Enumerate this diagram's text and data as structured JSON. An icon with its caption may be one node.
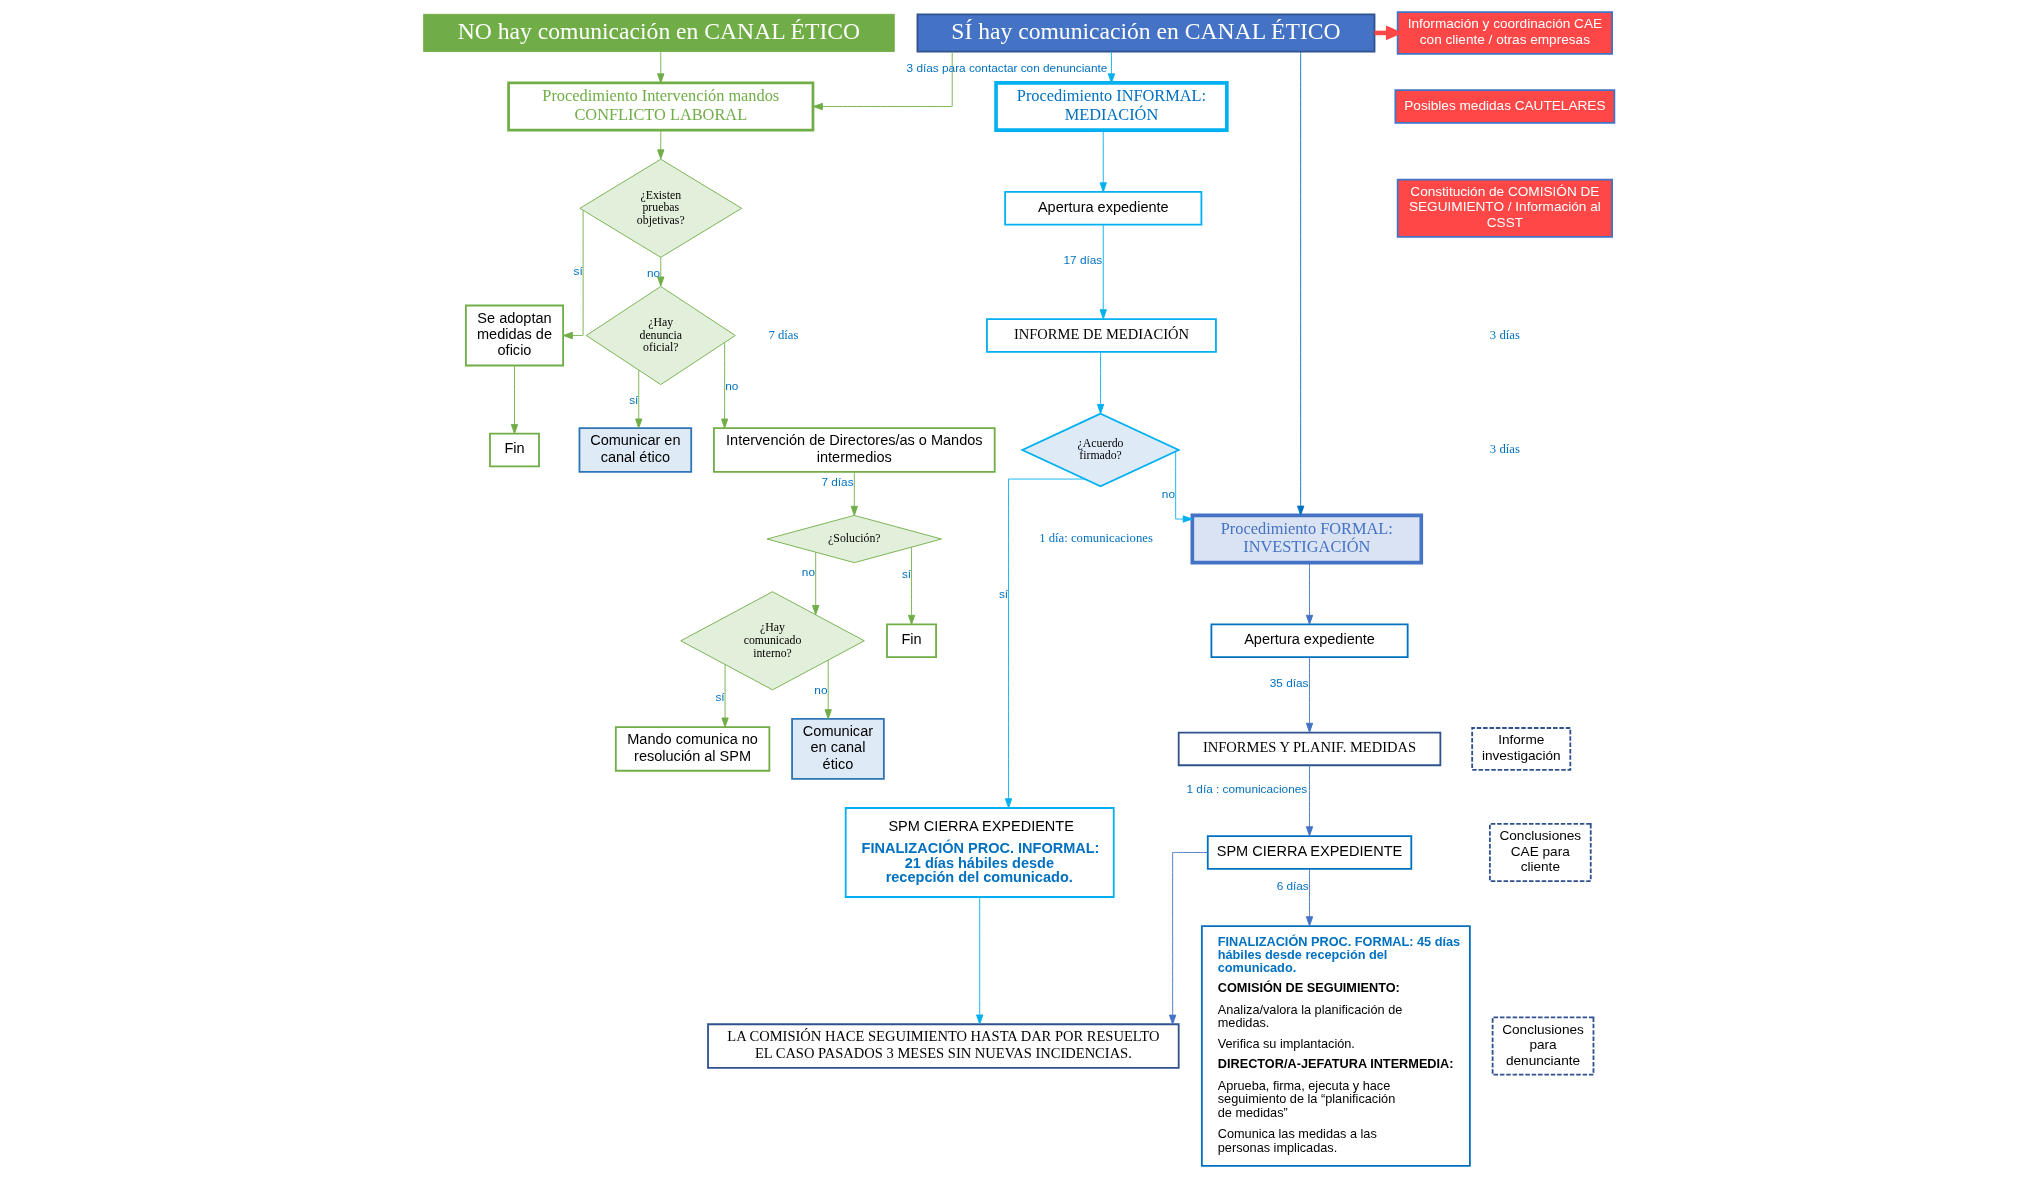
{
  "diagram": {
    "nodes": [
      {
        "text": [
          "NO hay comunicación en CANAL ÉTICO"
        ]
      },
      {
        "text": [
          "SÍ hay comunicación en CANAL ÉTICO"
        ]
      },
      {
        "text": [
          "Información y coordinación CAE con cliente / otras empresas"
        ]
      },
      {
        "text": [
          "Posibles medidas CAUTELARES"
        ]
      },
      {
        "text": [
          "Constitución de COMISIÓN DE SEGUIMIENTO / Información al CSST"
        ]
      },
      {
        "text": [
          "Procedimiento Intervención mandos CONFLICTO LABORAL"
        ]
      },
      {
        "text": [
          "¿Existen pruebas objetivas?"
        ]
      },
      {
        "text": [
          "Se adoptan medidas de oficio"
        ]
      },
      {
        "text": [
          "Fin"
        ]
      },
      {
        "text": [
          "¿Hay denuncia oficial?"
        ]
      },
      {
        "text": [
          "Comunicar en canal ético"
        ]
      },
      {
        "text": [
          "Intervención de Directores/as o Mandos intermedios"
        ]
      },
      {
        "text": [
          "¿Solución?"
        ]
      },
      {
        "text": [
          "¿Hay comunicado interno?"
        ]
      },
      {
        "text": [
          "Comunicar en canal ético"
        ]
      },
      {
        "text": [
          "Fin"
        ]
      },
      {
        "text": [
          "Mando comunica no resolución al SPM"
        ]
      },
      {
        "text": [
          "Procedimiento INFORMAL: MEDIACIÓN"
        ]
      },
      {
        "text": [
          "Apertura expediente"
        ]
      },
      {
        "text": [
          "INFORME DE MEDIACIÓN"
        ]
      },
      {
        "text": [
          "¿Acuerdo firmado?"
        ]
      },
      {
        "text": [
          "SPM CIERRA EXPEDIENTE",
          "FINALIZACIÓN PROC. INFORMAL: 21 días hábiles desde recepción del comunicado."
        ]
      },
      {
        "text": [
          "Procedimiento FORMAL: INVESTIGACIÓN"
        ]
      },
      {
        "text": [
          "Apertura expediente"
        ]
      },
      {
        "text": [
          "Informe investigación"
        ]
      },
      {
        "text": [
          "Conclusiones CAE para cliente"
        ]
      },
      {
        "text": [
          "Conclusiones para denunciante"
        ]
      },
      {
        "text": [
          "INFORMES Y PLANIF. MEDIDAS"
        ]
      },
      {
        "text": [
          "SPM CIERRA EXPEDIENTE"
        ]
      },
      {
        "text": [
          "FINALIZACIÓN PROC. FORMAL: 45 días hábiles desde recepción del comunicado.",
          "COMISIÓN DE SEGUIMIENTO:",
          "Analiza/valora la planificación de medidas.",
          "Verifica su implantación.",
          "DIRECTOR/A-JEFATURA INTERMEDIA:",
          "Aprueba, firma, ejecuta y hace seguimiento de la “planificación de medidas”",
          "Comunica las medidas a las personas implicadas."
        ]
      },
      {
        "text": [
          "LA COMISIÓN HACE SEGUIMIENTO HASTA DAR POR RESUELTO EL CASO PASADOS 3 MESES SIN NUEVAS INCIDENCIAS."
        ]
      }
    ],
    "edges": [
      {
        "from": 0,
        "to": 5,
        "arrow": "to"
      },
      {
        "from": 1,
        "to": 5,
        "arrow": "to"
      },
      {
        "from": 1,
        "to": 17,
        "arrow": "to",
        "label": "3 días para contactar con denunciante",
        "color": "#00b0f0"
      },
      {
        "from": 1,
        "to": 22,
        "arrow": "to",
        "color": "#0070c0"
      },
      {
        "from": 1,
        "to": 2,
        "arrow": "to",
        "style": "thick",
        "color": "#ff4747"
      },
      {
        "from": 5,
        "to": 6,
        "arrow": "to"
      },
      {
        "from": 6,
        "to": 7,
        "arrow": "to",
        "label": "sí"
      },
      {
        "from": 7,
        "to": 8,
        "arrow": "to"
      },
      {
        "from": 6,
        "to": 9,
        "arrow": "to",
        "label": "no"
      },
      {
        "from": 9,
        "to": 10,
        "arrow": "to",
        "label": "sí"
      },
      {
        "from": 9,
        "to": 11,
        "arrow": "to",
        "label": "no"
      },
      {
        "from": 11,
        "to": 12,
        "arrow": "to",
        "label": "7 días"
      },
      {
        "from": 12,
        "to": 13,
        "arrow": "to",
        "label": "no"
      },
      {
        "from": 12,
        "to": 15,
        "arrow": "to",
        "label": "sí"
      },
      {
        "from": 13,
        "to": 14,
        "arrow": "to",
        "label": "no"
      },
      {
        "from": 13,
        "to": 16,
        "arrow": "to",
        "label": "sí"
      },
      {
        "from": 17,
        "to": 18,
        "arrow": "to",
        "color": "#00b0f0"
      },
      {
        "from": 18,
        "to": 19,
        "arrow": "to",
        "label": "17 días",
        "color": "#00b0f0"
      },
      {
        "from": 19,
        "to": 20,
        "arrow": "to",
        "color": "#00b0f0"
      },
      {
        "from": 20,
        "to": 22,
        "arrow": "to",
        "label": "no",
        "color": "#00b0f0"
      },
      {
        "from": 20,
        "to": 21,
        "arrow": "to",
        "label": "sí",
        "color": "#00b0f0"
      },
      {
        "from": 21,
        "to": 30,
        "arrow": "to",
        "color": "#00b0f0"
      },
      {
        "from": 22,
        "to": 23,
        "arrow": "to",
        "color": "#4472c4"
      },
      {
        "from": 23,
        "to": 27,
        "arrow": "to",
        "label": "35 días",
        "color": "#4472c4"
      },
      {
        "from": 27,
        "to": 28,
        "arrow": "to",
        "label": "1 día : comunicaciones",
        "color": "#4472c4"
      },
      {
        "from": 28,
        "to": 29,
        "arrow": "to",
        "label": "6 días",
        "color": "#4472c4"
      },
      {
        "from": 28,
        "to": 30,
        "arrow": "to",
        "color": "#4472c4"
      }
    ],
    "labels": [
      "3 días",
      "3 días",
      "7 días",
      "1 día: comunicaciones"
    ]
  }
}
